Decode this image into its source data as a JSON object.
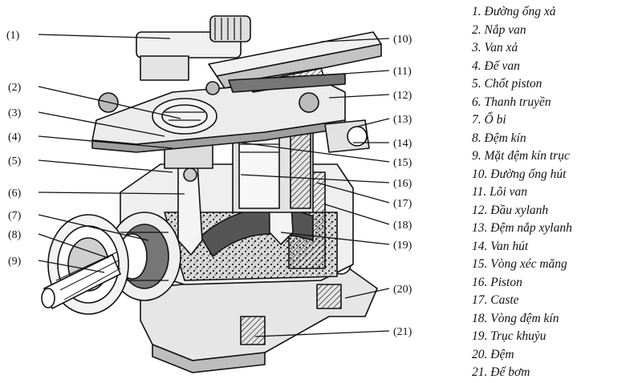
{
  "callouts": [
    {
      "num": "(1)"
    },
    {
      "num": "(2)"
    },
    {
      "num": "(3)"
    },
    {
      "num": "(4)"
    },
    {
      "num": "(5)"
    },
    {
      "num": "(6)"
    },
    {
      "num": "(7)"
    },
    {
      "num": "(8)"
    },
    {
      "num": "(9)"
    },
    {
      "num": "(10)"
    },
    {
      "num": "(11)"
    },
    {
      "num": "(12)"
    },
    {
      "num": "(13)"
    },
    {
      "num": "(14)"
    },
    {
      "num": "(15)"
    },
    {
      "num": "(16)"
    },
    {
      "num": "(17)"
    },
    {
      "num": "(18)"
    },
    {
      "num": "(19)"
    },
    {
      "num": "(20)"
    },
    {
      "num": "(21)"
    }
  ],
  "legend": [
    "1. Đường ống xả",
    "2. Nắp van",
    "3. Van xả",
    "4. Đế van",
    "5. Chốt piston",
    "6. Thanh truyền",
    "7. Ổ bi",
    "8. Đệm kín",
    "9. Mặt đệm kín trục",
    "10. Đường ống hút",
    "11. Lõi van",
    "12. Đầu xylanh",
    "13. Đệm nắp xylanh",
    "14. Van hút",
    "15. Vòng xéc măng",
    "16. Piston",
    "17. Caste",
    "18. Vòng đệm kín",
    "19. Trục khuỷu",
    "20. Đệm",
    "21. Đế bơm"
  ],
  "colors": {
    "ink": "#111111",
    "metal": "#e9e9e9",
    "shadow": "#9a9a9a"
  }
}
